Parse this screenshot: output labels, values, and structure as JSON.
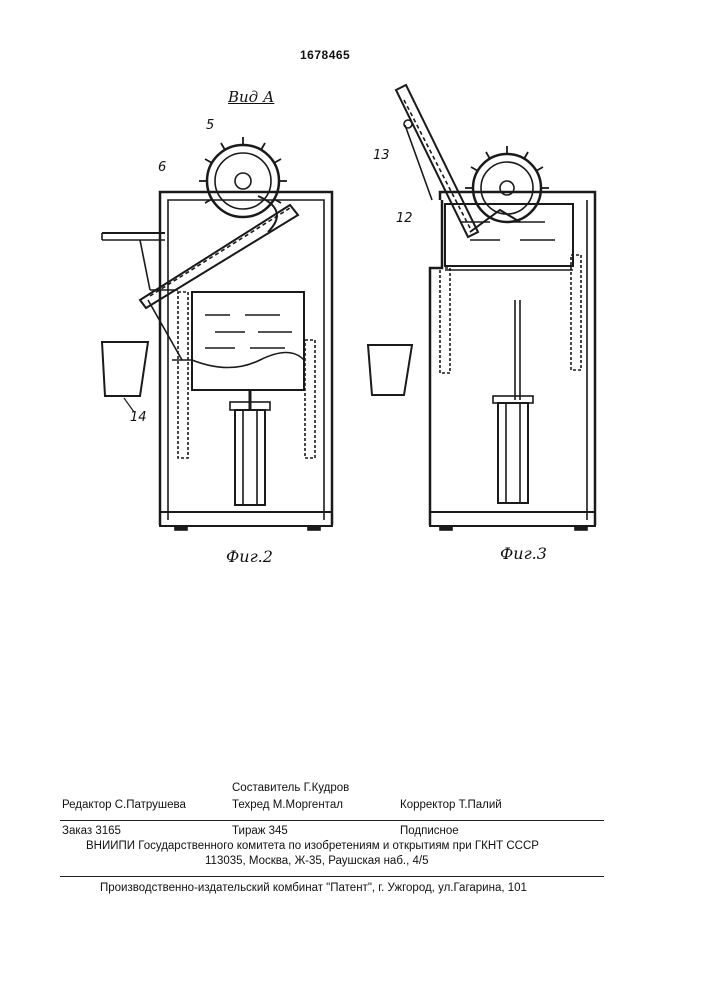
{
  "header": {
    "patent_number": "1678465"
  },
  "figures": {
    "view_label": "Вид А",
    "fig2_caption": "Фиг.2",
    "fig3_caption": "Фиг.3",
    "ref_5": "5",
    "ref_6": "6",
    "ref_12": "12",
    "ref_13": "13",
    "ref_14": "14"
  },
  "imprint": {
    "compiler": "Составитель Г.Кудров",
    "editor": "Редактор С.Патрушева",
    "techred": "Техред М.Моргентал",
    "corrector": "Корректор Т.Палий",
    "order": "Заказ 3165",
    "circulation": "Тираж 345",
    "subscription": "Подписное",
    "org_line": "ВНИИПИ Государственного комитета по изобретениям и открытиям при ГКНТ СССР",
    "address_line": "113035, Москва, Ж-35, Раушская наб., 4/5",
    "publisher_line": "Производственно-издательский комбинат \"Патент\", г. Ужгород, ул.Гагарина, 101"
  }
}
